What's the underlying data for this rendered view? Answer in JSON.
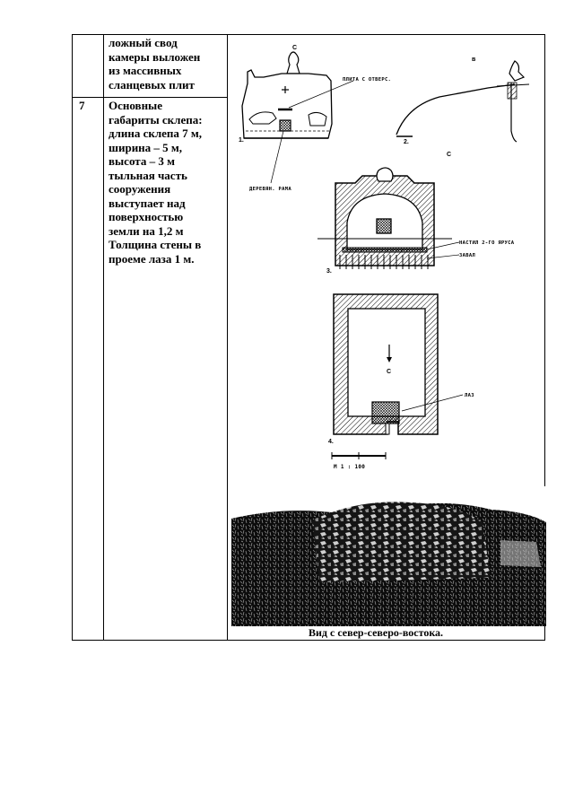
{
  "rows": [
    {
      "number": "",
      "description_lines": [
        "ложный свод",
        "камеры выложен",
        "из массивных",
        "сланцевых плит"
      ]
    },
    {
      "number": "7",
      "description_lines": [
        "Основные",
        "габариты склепа:",
        "длина склепа 7 м,",
        "ширина – 5 м,",
        "высота – 3 м",
        "тыльная часть",
        "сооружения",
        "выступает над",
        "поверхностью",
        "земли на 1,2 м",
        "Толщина стены в",
        "проеме лаза 1 м."
      ]
    }
  ],
  "drawings": {
    "fig1_north": "С",
    "fig1_plate_label": "ПЛИТА С ОТВЕРС.",
    "fig1_number": "1.",
    "fig1_frame_label": "ДЕРЕВЯН. РАМА",
    "fig2_letter": "в",
    "fig2_number": "2.",
    "fig3_north": "С",
    "fig3_floor_label": "НАСТИЛ 2-ГО ЯРУСА",
    "fig3_rubble_label": "ЗАВАЛ",
    "fig3_number": "3.",
    "fig4_north": "С",
    "fig4_entry_label": "ЛАЗ",
    "fig4_number": "4.",
    "scale_label": "М  1 : 100"
  },
  "photo_caption": "Вид с север-северо-востока."
}
